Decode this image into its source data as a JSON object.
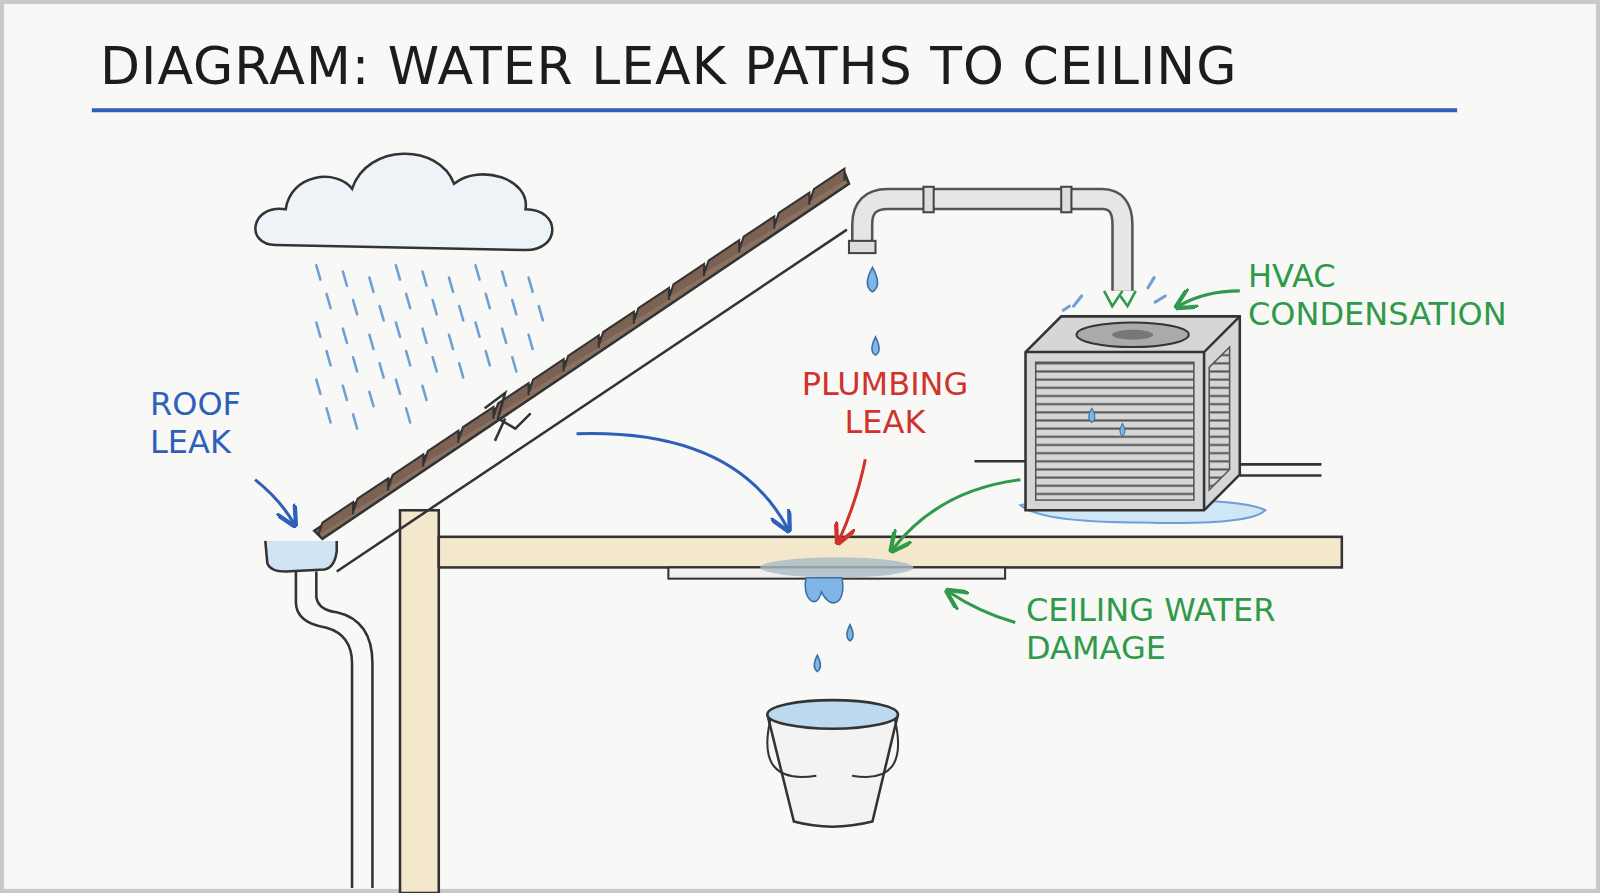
{
  "diagram": {
    "title": "DIAGRAM: WATER LEAK PATHS TO CEILING",
    "labels": [
      "ROOF LEAK",
      "PLUMBING LEAK",
      "HVAC CONDENSATION",
      "CEILING WATER DAMAGE"
    ]
  }
}
